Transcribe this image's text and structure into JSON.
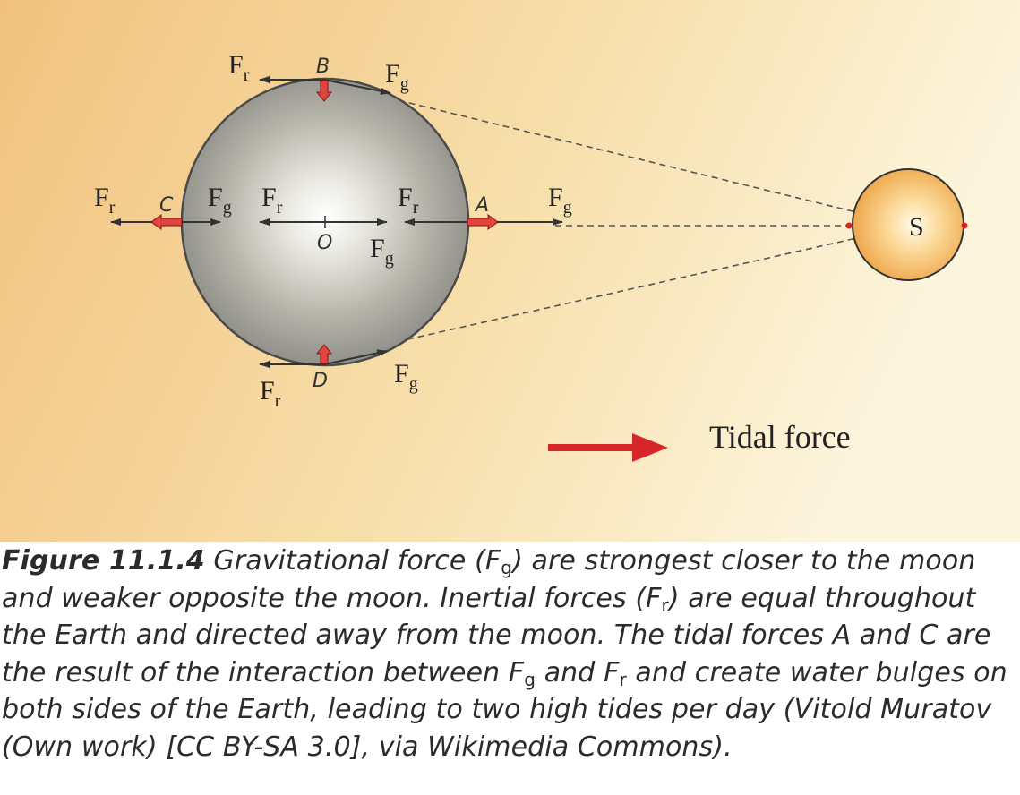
{
  "diagram": {
    "labels": {
      "fr": "F",
      "fr_sub": "r",
      "fg": "F",
      "fg_sub": "g",
      "point_a": "A",
      "point_b": "B",
      "point_c": "C",
      "point_d": "D",
      "center": "O",
      "moon": "S"
    },
    "legend": {
      "text": "Tidal force"
    },
    "colors": {
      "tidal_arrow": "#d7262a",
      "arrow": "#333333",
      "earth_edge": "#4a4a4a"
    }
  },
  "caption": {
    "figure_label": "Figure 11.1.4",
    "p1": " Gravitational force (F",
    "s1": "g",
    "p2": ") are strongest closer to the moon and weaker opposite the moon. Inertial forces (F",
    "s2": "r",
    "p3": ") are equal throughout the Earth and directed away from the moon. The tidal forces A and C are the result of the interaction between F",
    "s3": "g",
    "p4": " and F",
    "s4": "r",
    "p5": " and create water bulges on both sides of the Earth, leading to two high tides per day (Vitold Muratov (Own work) [CC BY-SA 3.0], via Wikimedia Commons)."
  }
}
